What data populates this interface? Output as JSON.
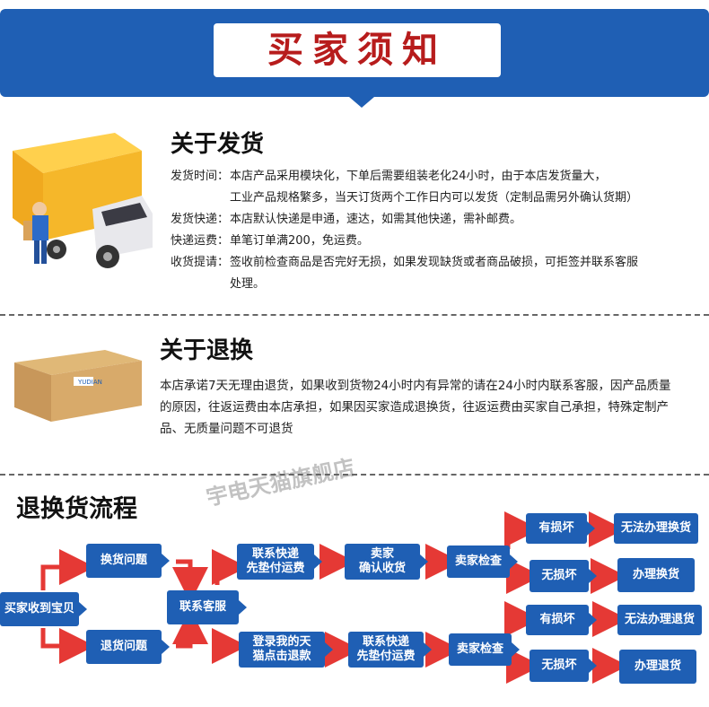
{
  "banner": {
    "title": "买家须知"
  },
  "shipping": {
    "title": "关于发货",
    "rows": [
      {
        "key": "发货时间：",
        "val": "本店产品采用模块化，下单后需要组装老化24小时，由于本店发货量大，",
        "cont": "工业产品规格繁多，当天订货两个工作日内可以发货（定制品需另外确认货期）"
      },
      {
        "key": "发货快递：",
        "val": "本店默认快递是申通，速达，如需其他快递，需补邮费。"
      },
      {
        "key": "快递运费：",
        "val": "单笔订单满200，免运费。"
      },
      {
        "key": "收货提请：",
        "val": "签收前检查商品是否完好无损，如果发现缺货或者商品破损，可拒签并联系客服",
        "cont": "处理。"
      }
    ]
  },
  "returns": {
    "title": "关于退换",
    "text": "本店承诺7天无理由退货，如果收到货物24小时内有异常的请在24小时内联系客服，因产品质量的原因，往返运费由本店承担，如果因买家造成退换货，往返运费由买家自己承担，特殊定制产品、无质量问题不可退货"
  },
  "watermark": "宇电天猫旗舰店",
  "flow": {
    "title": "退换货流程",
    "start": "买家收到宝贝",
    "exchange": "换货问题",
    "refund": "退货问题",
    "contact": "联系客服",
    "ex_ship": [
      "联系快递",
      "先垫付运费"
    ],
    "ex_confirm": [
      "卖家",
      "确认收货"
    ],
    "ex_check": "卖家检查",
    "ex_damaged": "有损坏",
    "ex_nodamage": "无损坏",
    "ex_fail": "无法办理换货",
    "ex_ok": "办理换货",
    "rf_login": [
      "登录我的天",
      "猫点击退款"
    ],
    "rf_ship": [
      "联系快递",
      "先垫付运费"
    ],
    "rf_check": "卖家检查",
    "rf_damaged": "有损坏",
    "rf_nodamage": "无损坏",
    "rf_fail": "无法办理退货",
    "rf_ok": "办理退货"
  },
  "colors": {
    "blue": "#1f5fb4",
    "red": "#e53935",
    "truck": "#f5b72a"
  }
}
